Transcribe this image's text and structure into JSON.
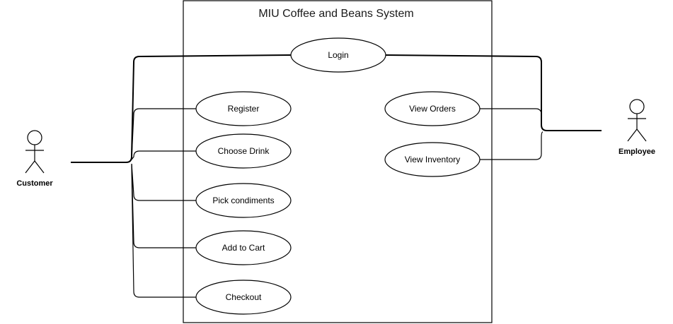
{
  "system": {
    "title": "MIU Coffee and Beans System"
  },
  "actors": {
    "customer": {
      "label": "Customer"
    },
    "employee": {
      "label": "Employee"
    }
  },
  "use_cases": {
    "login": "Login",
    "register": "Register",
    "choose_drink": "Choose Drink",
    "pick_condiments": "Pick condiments",
    "add_to_cart": "Add to Cart",
    "checkout": "Checkout",
    "view_orders": "View Orders",
    "view_inventory": "View Inventory"
  },
  "colors": {
    "stroke": "#000000",
    "fill": "#ffffff"
  }
}
